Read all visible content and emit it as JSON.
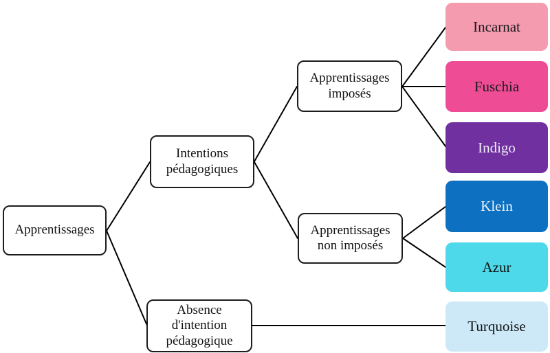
{
  "diagram": {
    "nodes": {
      "root": {
        "lines": [
          "Apprentissages"
        ]
      },
      "intentions": {
        "lines": [
          "Intentions",
          "pédagogiques"
        ]
      },
      "absence": {
        "lines": [
          "Absence",
          "d'intention",
          "pédagogique"
        ]
      },
      "imposes": {
        "lines": [
          "Apprentissages",
          "imposés"
        ]
      },
      "non_imposes": {
        "lines": [
          "Apprentissages",
          "non imposés"
        ]
      }
    },
    "leaves": [
      {
        "label": "Incarnat",
        "color": "#F49BB0",
        "text_color": "#1a1a1a"
      },
      {
        "label": "Fuschia",
        "color": "#EE4D96",
        "text_color": "#1a1a1a"
      },
      {
        "label": "Indigo",
        "color": "#7030A0",
        "text_color": "#efeaf6"
      },
      {
        "label": "Klein",
        "color": "#0E70C0",
        "text_color": "#eaf2fa"
      },
      {
        "label": "Azur",
        "color": "#4ED9EB",
        "text_color": "#111111"
      },
      {
        "label": "Turquoise",
        "color": "#CDE9F8",
        "text_color": "#111111"
      }
    ],
    "connector_color": "#000000",
    "node_border_color": "#1c1c1c",
    "background_color": "#ffffff"
  }
}
